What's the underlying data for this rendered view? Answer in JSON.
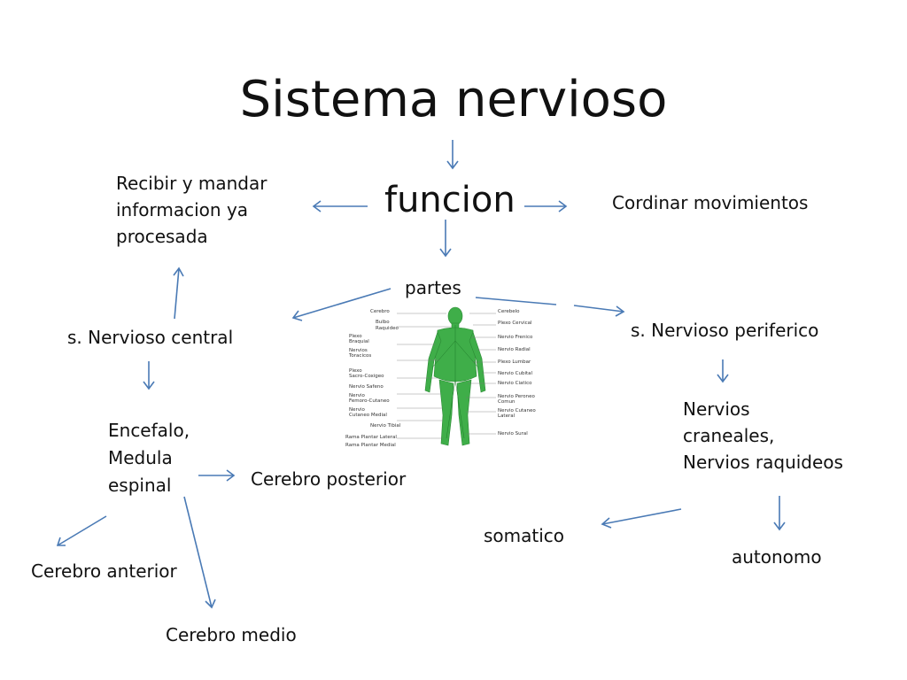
{
  "title": "Sistema nervioso",
  "center": "funcion",
  "nodes": {
    "recibir": [
      "Recibir  y mandar",
      "informacion ya",
      "procesada"
    ],
    "cordinar": "Cordinar movimientos",
    "partes": "partes",
    "central": "s. Nervioso  central",
    "periferico": "s. Nervioso periferico",
    "encefalo": [
      "Encefalo,",
      "Medula",
      "espinal"
    ],
    "nervios": [
      "Nervios",
      "craneales,",
      "Nervios raquideos"
    ],
    "posterior": "Cerebro posterior",
    "anterior": "Cerebro anterior",
    "medio": "Cerebro medio",
    "somatico": "somatico",
    "autonomo": "autonomo"
  },
  "figure_labels": {
    "left": [
      "Cerebro",
      "Bulbo",
      "Raquideo",
      "Plexo",
      "Braquial",
      "Nervios",
      "Toracicos",
      "Plexo",
      "Sacro-Coxigeo",
      "Nervio Safeno",
      "Nervio",
      "Femoro-Cutaneo",
      "Nervio",
      "Cutaneo Medial",
      "Nervio Tibial",
      "Rama Plantar Lateral",
      "Rama Plantar Medial"
    ],
    "right": [
      "Cerebelo",
      "Plexo Cervical",
      "Nervio Frenico",
      "Nervio Radial",
      "Plexo Lumbar",
      "Nervio Cubital",
      "Nervio Ciatico",
      "Nervio Peroneo",
      "Comun",
      "Nervio Cutaneo",
      "Lateral",
      "Nervio Sural"
    ]
  },
  "colors": {
    "arrow": "#4a7ab5",
    "figure": "#3fae49"
  }
}
